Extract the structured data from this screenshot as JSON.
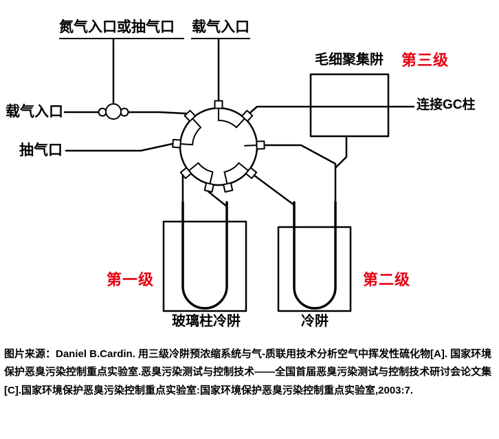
{
  "diagram": {
    "labels": {
      "nitrogen_inlet": "氮气入口或抽气口",
      "carrier_inlet_top": "载气入口",
      "carrier_inlet_left": "载气入口",
      "extraction_port": "抽气口",
      "capillary_trap": "毛细聚集阱",
      "stage_three": "第三级",
      "gc_column": "连接GC柱",
      "stage_one": "第一级",
      "stage_two": "第二级",
      "glass_column_trap": "玻璃柱冷阱",
      "cold_trap": "冷阱"
    },
    "colors": {
      "stage_label": "#e60012",
      "line": "#000000"
    }
  },
  "caption": {
    "text": "图片来源：Daniel B.Cardin. 用三级冷阱预浓缩系统与气-质联用技术分析空气中挥发性硫化物[A]. 国家环境保护恶臭污染控制重点实验室.恶臭污染测试与控制技术——全国首届恶臭污染测试与控制技术研讨会论文集[C].国家环境保护恶臭污染控制重点实验室:国家环境保护恶臭污染控制重点实验室,2003:7."
  }
}
